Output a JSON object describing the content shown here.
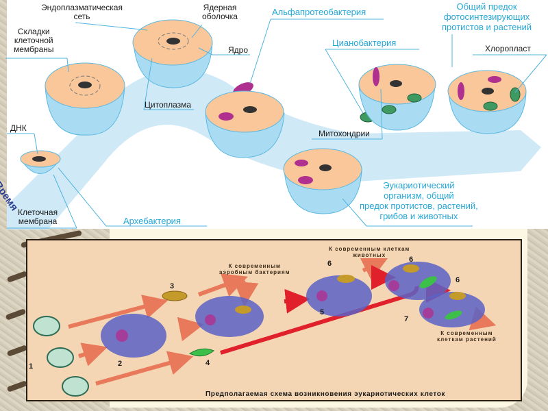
{
  "top_diagram": {
    "time_axis_label": "Время",
    "labels": {
      "endoplasmic_reticulum": "Эндоплазматическая\nсеть",
      "nuclear_envelope": "Ядерная\nоболочка",
      "membrane_folds": "Складки\nклеточной\nмембраны",
      "nucleus": "Ядро",
      "cytoplasm": "Цитоплазма",
      "dna": "ДНК",
      "cell_membrane": "Клеточная\nмембрана",
      "archaebacterium": "Архебактерия",
      "alphaproteobacterium": "Альфапротеобактерия",
      "mitochondria": "Митохондрии",
      "cyanobacterium": "Цианобактерия",
      "chloroplast": "Хлоропласт",
      "eukaryote_ancestor": "Эукариотический\nорганизм, общий\nпредок протистов, растений,\nгрибов и животных",
      "photosynthetic_ancestor": "Общий предок\nфотосинтезирующих\nпротистов и растений"
    },
    "colors": {
      "arrow": "#cfe9f7",
      "cytoplasm": "#f9c79a",
      "cell_body": "#a9dcf3",
      "mitochondrion": "#b0308f",
      "chloroplast": "#3f9a62",
      "label_blue": "#25a7d6"
    }
  },
  "bottom_diagram": {
    "caption": "Предполагаемая схема возникновения эукариотических клеток",
    "labels": {
      "to_aerobic_bacteria": "К современным\nаэробным бактериям",
      "to_animal_cells": "К современным клеткам\nживотных",
      "to_plant_cells": "К современным\nклеткам растений"
    },
    "numbers": [
      "1",
      "2",
      "3",
      "4",
      "5",
      "6",
      "6",
      "6",
      "7"
    ],
    "colors": {
      "background": "#f5d6b4",
      "arrow_salmon": "#e8795a",
      "arrow_red": "#e0202a",
      "protocell": "#bfe3d0",
      "host_cell": "#5a63c6",
      "mitochondrion": "#c49a2a",
      "chloroplast": "#3cc04a"
    }
  }
}
